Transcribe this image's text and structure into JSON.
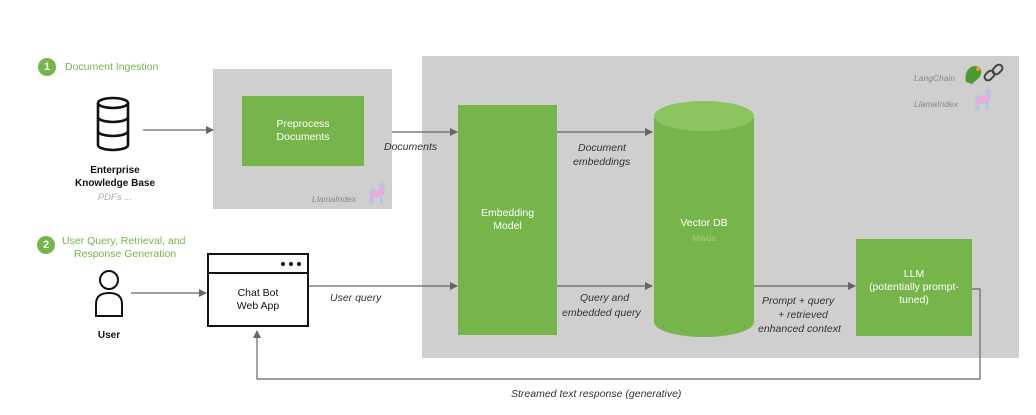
{
  "step1": {
    "number": "1",
    "title": "Document Ingestion"
  },
  "step2": {
    "number": "2",
    "title_line1": "User Query, Retrieval, and",
    "title_line2": "Response Generation"
  },
  "knowledge_base": {
    "label_line1": "Enterprise",
    "label_line2": "Knowledge Base",
    "sublabel": "PDFs ..."
  },
  "preprocess": {
    "label_line1": "Preprocess",
    "label_line2": "Documents",
    "tag": "LlamaIndex"
  },
  "main_panel": {
    "tag_langchain": "LangChain",
    "tag_llamaindex": "LlamaIndex"
  },
  "embedding_model": {
    "label_line1": "Embedding",
    "label_line2": "Model"
  },
  "vector_db": {
    "label": "Vector DB",
    "sublabel": "Milvus"
  },
  "llm": {
    "line1": "LLM",
    "line2": "(potentially prompt-",
    "line3": "tuned)"
  },
  "user": {
    "label": "User"
  },
  "chatbot": {
    "label_line1": "Chat Bot",
    "label_line2": "Web App"
  },
  "edges": {
    "documents": "Documents",
    "doc_embeddings_line1": "Document",
    "doc_embeddings_line2": "embeddings",
    "user_query": "User query",
    "query_embedded_line1": "Query and",
    "query_embedded_line2": "embedded query",
    "prompt_line1": "Prompt + query",
    "prompt_line2": "+ retrieved",
    "prompt_line3": "enhanced context",
    "streamed": "Streamed text response (generative)"
  },
  "colors": {
    "accent_green": "#76b54a",
    "panel_gray": "#cfcfcf",
    "arrow": "#666666"
  }
}
